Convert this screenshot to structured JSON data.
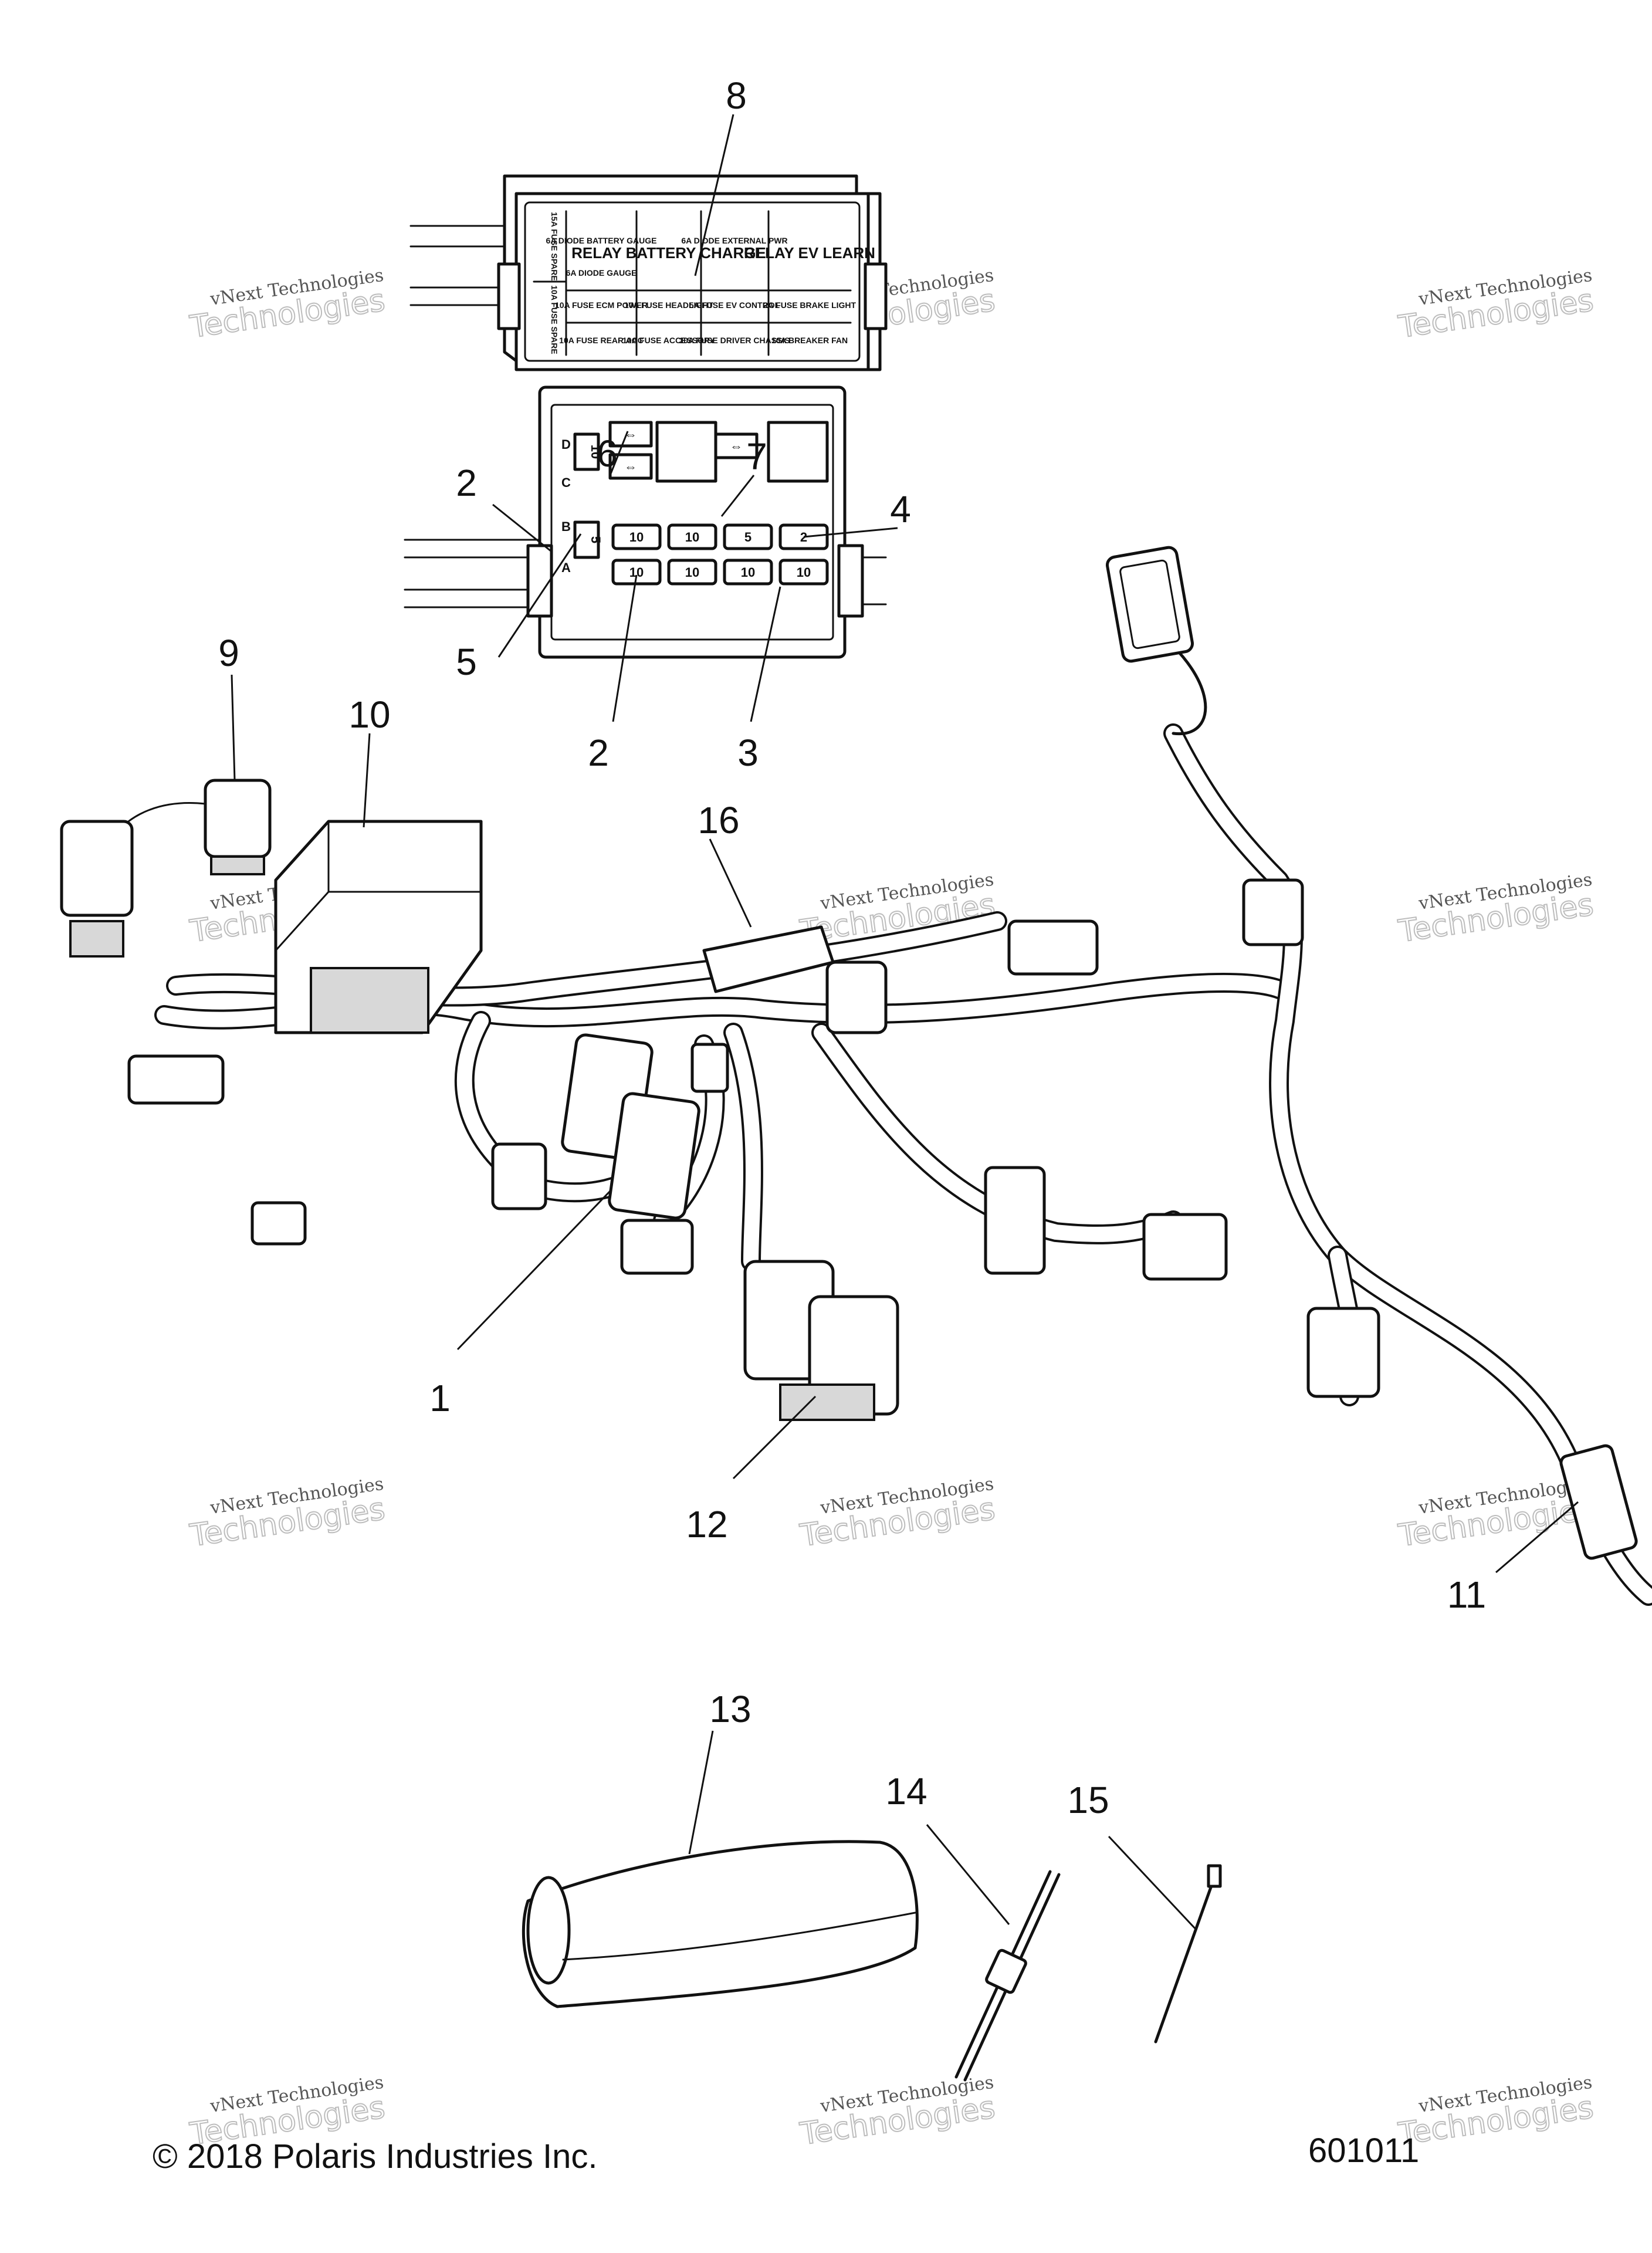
{
  "fuse_box_labels": {
    "spare_15a": "15A FUSE SPARE",
    "spare_10a": "10A FUSE SPARE",
    "r1c1": "6A DIODE BATTERY GAUGE",
    "r1c2": "RELAY BATTERY CHARGE",
    "r1c3": "6A DIODE EXTERNAL PWR",
    "r1c4": "RELAY EV LEARN",
    "r2c1": "6A DIODE GAUGE",
    "r3c1": "10A FUSE ECM POWER",
    "r3c2": "10A FUSE HEADLIGHT",
    "r3c3": "5A FUSE EV CONTROL",
    "r3c4": "2A FUSE BRAKE LIGHT",
    "r4c1": "10A FUSE REAR ACC",
    "r4c2": "10A FUSE ACCESSORY",
    "r4c3": "10A FUSE DRIVER CHASSIS",
    "r4c4": "10A BREAKER FAN"
  },
  "fuse_slots": {
    "letter_d": "D",
    "letter_c": "C",
    "letter_b": "B",
    "letter_a": "A",
    "v_d": "10",
    "v_b": "5",
    "v_row1_1": "10",
    "v_row1_2": "10",
    "v_row1_3": "5",
    "v_row1_4": "2",
    "v_row2_1": "10",
    "v_row2_2": "10",
    "v_row2_3": "10",
    "v_row2_4": "10"
  },
  "callouts": {
    "c1": "1",
    "c2a": "2",
    "c2b": "2",
    "c3": "3",
    "c4": "4",
    "c5": "5",
    "c6": "6",
    "c7": "7",
    "c8": "8",
    "c9": "9",
    "c10": "10",
    "c11": "11",
    "c12": "12",
    "c13": "13",
    "c14": "14",
    "c15": "15",
    "c16": "16"
  },
  "watermark": {
    "line1": "vNext Technologies",
    "line2": "Technologies"
  },
  "footer": {
    "copyright": "© 2018 Polaris Industries Inc.",
    "figure_number": "601011"
  }
}
